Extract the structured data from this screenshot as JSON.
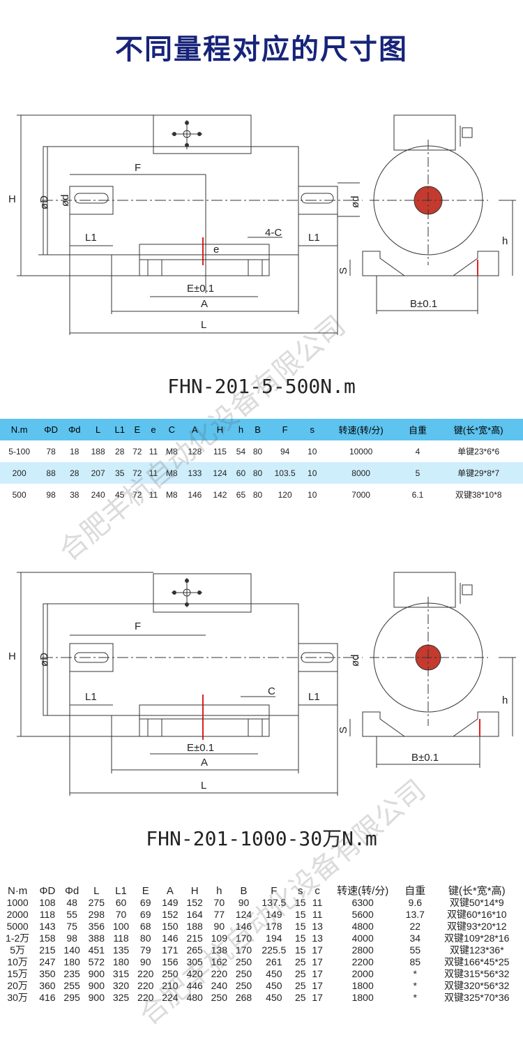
{
  "title": "不同量程对应的尺寸图",
  "drawing1": {
    "caption": "FHN-201-5-500N.m",
    "labels": {
      "H": "H",
      "phiD": "øD",
      "phid_left": "ød",
      "phid_right": "ød",
      "F": "F",
      "L1_left": "L1",
      "L1_right": "L1",
      "fourC": "4-C",
      "e": "e",
      "E": "E±0.1",
      "A": "A",
      "L": "L",
      "h": "h",
      "S": "S",
      "B": "B±0.1"
    }
  },
  "table1": {
    "headers": [
      "N.m",
      "ΦD",
      "Φd",
      "L",
      "L1",
      "E",
      "e",
      "C",
      "A",
      "H",
      "h",
      "B",
      "F",
      "s",
      "转速(转/分)",
      "自重",
      "键(长*宽*高)"
    ],
    "rows": [
      [
        "5-100",
        "78",
        "18",
        "188",
        "28",
        "72",
        "11",
        "M8",
        "128",
        "115",
        "54",
        "80",
        "94",
        "10",
        "10000",
        "4",
        "单键23*6*6"
      ],
      [
        "200",
        "88",
        "28",
        "207",
        "35",
        "72",
        "11",
        "M8",
        "133",
        "124",
        "60",
        "80",
        "103.5",
        "10",
        "8000",
        "5",
        "单键29*8*7"
      ],
      [
        "500",
        "98",
        "38",
        "240",
        "45",
        "72",
        "11",
        "M8",
        "146",
        "142",
        "65",
        "80",
        "120",
        "10",
        "7000",
        "6.1",
        "双键38*10*8"
      ]
    ]
  },
  "drawing2": {
    "caption": "FHN-201-1000-30万N.m",
    "labels": {
      "H": "H",
      "phiD": "øD",
      "phid": "ød",
      "F": "F",
      "L1_left": "L1",
      "L1_right": "L1",
      "C": "C",
      "E": "E±0.1",
      "A": "A",
      "L": "L",
      "h": "h",
      "S": "S",
      "B": "B±0.1"
    }
  },
  "table2": {
    "headers": [
      "N·m",
      "ΦD",
      "Φd",
      "L",
      "L1",
      "E",
      "A",
      "H",
      "h",
      "B",
      "F",
      "s",
      "c",
      "转速(转/分)",
      "自重",
      "键(长*宽*高)"
    ],
    "rows": [
      [
        "1000",
        "108",
        "48",
        "275",
        "60",
        "69",
        "149",
        "152",
        "70",
        "90",
        "137.5",
        "15",
        "11",
        "6300",
        "9.6",
        "双键50*14*9"
      ],
      [
        "2000",
        "118",
        "55",
        "298",
        "70",
        "69",
        "152",
        "164",
        "77",
        "124",
        "149",
        "15",
        "11",
        "5600",
        "13.7",
        "双键60*16*10"
      ],
      [
        "5000",
        "143",
        "75",
        "356",
        "100",
        "68",
        "150",
        "188",
        "90",
        "146",
        "178",
        "15",
        "13",
        "4800",
        "22",
        "双键93*20*12"
      ],
      [
        "1-2万",
        "158",
        "98",
        "388",
        "118",
        "80",
        "146",
        "215",
        "109",
        "170",
        "194",
        "15",
        "13",
        "4000",
        "34",
        "双键109*28*16"
      ],
      [
        "5万",
        "215",
        "140",
        "451",
        "135",
        "79",
        "171",
        "265",
        "138",
        "170",
        "225.5",
        "15",
        "17",
        "2800",
        "55",
        "双键123*36*"
      ],
      [
        "10万",
        "247",
        "180",
        "572",
        "180",
        "90",
        "156",
        "305",
        "162",
        "250",
        "261",
        "25",
        "17",
        "2200",
        "85",
        "双键166*45*25"
      ],
      [
        "15万",
        "350",
        "235",
        "900",
        "315",
        "220",
        "250",
        "420",
        "220",
        "250",
        "450",
        "25",
        "17",
        "2000",
        "*",
        "双键315*56*32"
      ],
      [
        "20万",
        "360",
        "255",
        "900",
        "320",
        "220",
        "210",
        "446",
        "240",
        "250",
        "450",
        "25",
        "17",
        "1800",
        "*",
        "双键320*56*32"
      ],
      [
        "30万",
        "416",
        "295",
        "900",
        "325",
        "220",
        "224",
        "480",
        "250",
        "268",
        "450",
        "25",
        "17",
        "1800",
        "*",
        "双键325*70*36"
      ]
    ]
  },
  "watermark": "合肥丰杭自动化设备有限公司"
}
